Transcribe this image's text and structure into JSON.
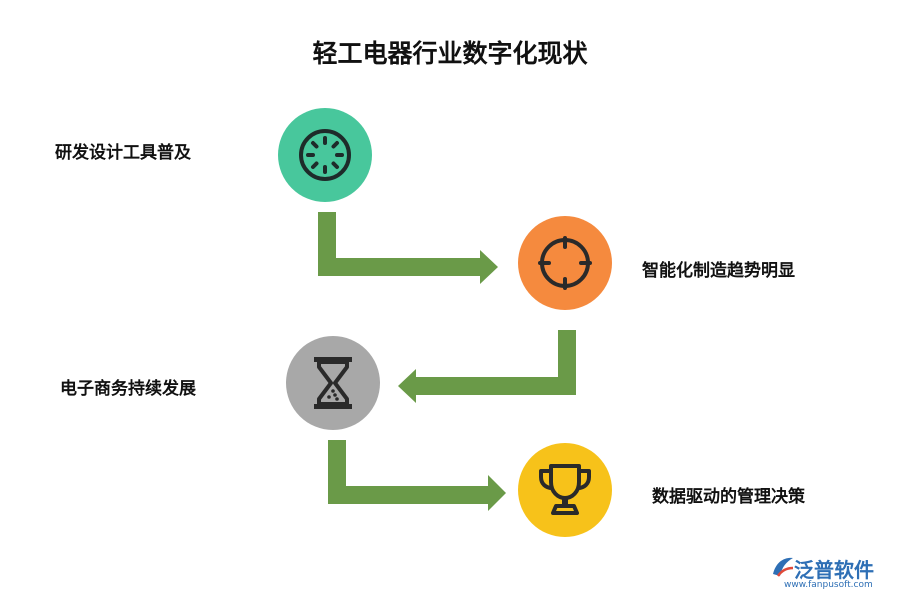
{
  "title": "轻工电器行业数字化现状",
  "steps": [
    {
      "label": "研发设计工具普及",
      "icon": "timer-dial-icon",
      "color": "#48c79c"
    },
    {
      "label": "智能化制造趋势明显",
      "icon": "crosshair-target-icon",
      "color": "#f58a3e"
    },
    {
      "label": "电子商务持续发展",
      "icon": "hourglass-icon",
      "color": "#a8a8a8"
    },
    {
      "label": "数据驱动的管理决策",
      "icon": "trophy-icon",
      "color": "#f7c21a"
    }
  ],
  "arrow_color": "#6a9a48",
  "logo": {
    "name": "泛普软件",
    "url": "www.fanpusoft.com",
    "color": "#2e6fb5"
  }
}
